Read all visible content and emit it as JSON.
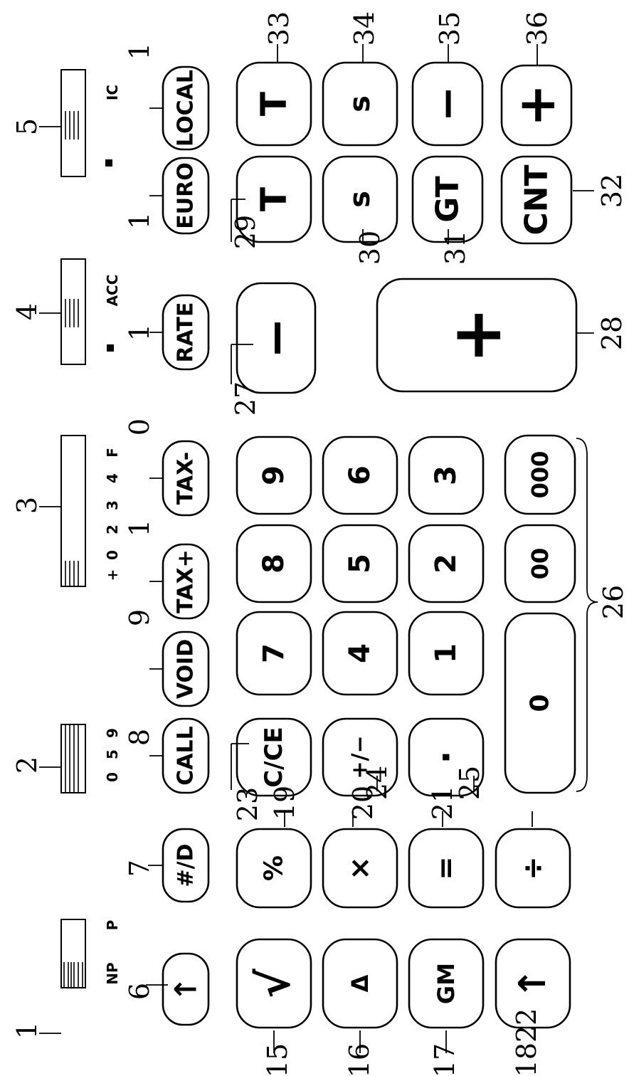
{
  "keys": [
    {
      "id": "up-arrow",
      "label": "↑",
      "kind": "icon",
      "icon": "arrow-up-icon"
    },
    {
      "id": "hash-d",
      "label": "#/D"
    },
    {
      "id": "call",
      "label": "CALL"
    },
    {
      "id": "void",
      "label": "VOID"
    },
    {
      "id": "tax-plus",
      "label": "TAX+"
    },
    {
      "id": "tax-minus",
      "label": "TAX-"
    },
    {
      "id": "rate",
      "label": "RATE"
    },
    {
      "id": "euro",
      "label": "EURO"
    },
    {
      "id": "local",
      "label": "LOCAL"
    },
    {
      "id": "sqrt",
      "label": "√",
      "kind": "icon",
      "icon": "square-root-icon"
    },
    {
      "id": "percent",
      "label": "%"
    },
    {
      "id": "c-ce",
      "label": "C/CE"
    },
    {
      "id": "seven",
      "label": "7"
    },
    {
      "id": "eight",
      "label": "8"
    },
    {
      "id": "nine",
      "label": "9"
    },
    {
      "id": "minus-big",
      "label": "−"
    },
    {
      "id": "t-left",
      "label": "T"
    },
    {
      "id": "t-right",
      "label": "T"
    },
    {
      "id": "delta",
      "label": "Δ"
    },
    {
      "id": "times",
      "label": "×"
    },
    {
      "id": "plus-minus",
      "label": "+/−"
    },
    {
      "id": "four",
      "label": "4"
    },
    {
      "id": "five",
      "label": "5"
    },
    {
      "id": "six",
      "label": "6"
    },
    {
      "id": "s-left",
      "label": "s"
    },
    {
      "id": "s-right",
      "label": "s"
    },
    {
      "id": "gm",
      "label": "GM"
    },
    {
      "id": "equals",
      "label": "="
    },
    {
      "id": "decimal",
      "label": "·"
    },
    {
      "id": "one",
      "label": "1"
    },
    {
      "id": "two",
      "label": "2"
    },
    {
      "id": "three",
      "label": "3"
    },
    {
      "id": "gt",
      "label": "GT"
    },
    {
      "id": "minus-small",
      "label": "−"
    },
    {
      "id": "plus-big",
      "label": "+"
    },
    {
      "id": "arrow-up-bottom",
      "label": "↑",
      "kind": "icon",
      "icon": "arrow-up-icon"
    },
    {
      "id": "divide",
      "label": "÷"
    },
    {
      "id": "zero",
      "label": "0"
    },
    {
      "id": "double-zero",
      "label": "00"
    },
    {
      "id": "triple-zero",
      "label": "000"
    },
    {
      "id": "cnt",
      "label": "CNT"
    },
    {
      "id": "plus-small",
      "label": "+"
    }
  ],
  "switch_labels": {
    "np": "NP",
    "p": "P",
    "s2_0": "0",
    "s2_5": "5",
    "s2_9": "9",
    "s3_plus": "+",
    "s3_0": "0",
    "s3_2": "2",
    "s3_3": "3",
    "s3_4": "4",
    "s3_f": "F",
    "acc": "ACC",
    "ic": "IC"
  },
  "callouts": {
    "c1": "1",
    "c2": "2",
    "c3": "3",
    "c4": "4",
    "c5": "5",
    "c6": "6",
    "c7": "7",
    "c8": "8",
    "c9": "9",
    "c1a": "1",
    "c0": "0",
    "c1b": "1",
    "c1c": "1",
    "c1d": "1",
    "c15": "15",
    "c16": "16",
    "c17": "17",
    "c1822": "1822",
    "c19": "19",
    "c20": "20",
    "c21": "21",
    "c23": "23",
    "c24": "24",
    "c25": "25",
    "c26": "26",
    "c27": "27",
    "c28": "28",
    "c29": "29",
    "c30": "30",
    "c31": "31",
    "c32": "32",
    "c33": "33",
    "c34": "34",
    "c35": "35",
    "c36": "36"
  }
}
